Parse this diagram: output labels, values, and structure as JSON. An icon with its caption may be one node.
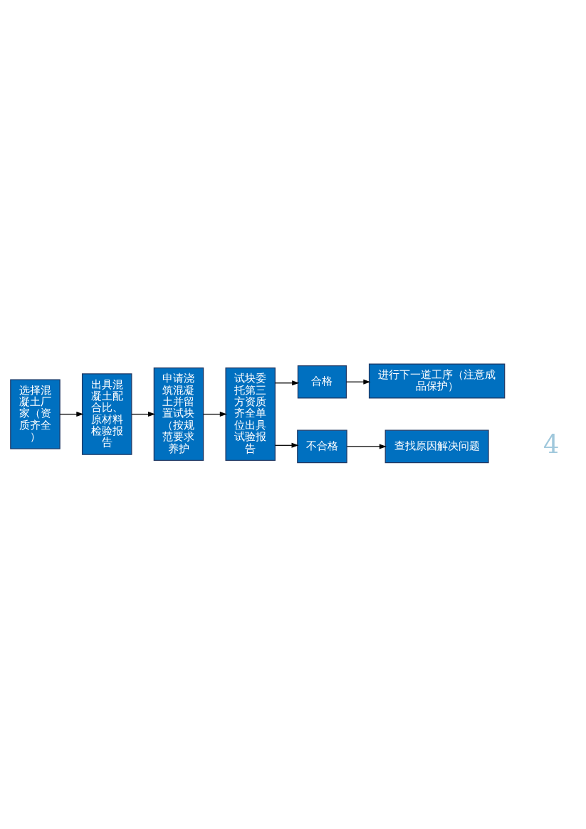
{
  "diagram": {
    "nodes": [
      {
        "text": [
          "选择混凝土厂家（资质齐全）"
        ]
      },
      {
        "text": [
          "出具混凝土配合比、原材料检验报告"
        ]
      },
      {
        "text": [
          "申请浇筑混凝土并留置试块（按规范要求养护"
        ]
      },
      {
        "text": [
          "试块委托第三方资质齐全单位出具试验报告"
        ]
      },
      {
        "text": [
          "合格"
        ]
      },
      {
        "text": [
          "不合格"
        ]
      },
      {
        "text": [
          "进行下一道工序（注意成品保护）"
        ]
      },
      {
        "text": [
          "查找原因解决问题"
        ]
      }
    ],
    "edges": [
      {
        "from": 0,
        "to": 1,
        "arrow": "to"
      },
      {
        "from": 1,
        "to": 2,
        "arrow": "to"
      },
      {
        "from": 2,
        "to": 3,
        "arrow": "to"
      },
      {
        "from": 3,
        "to": 4,
        "arrow": "to"
      },
      {
        "from": 3,
        "to": 5,
        "arrow": "to"
      },
      {
        "from": 4,
        "to": 6,
        "arrow": "to"
      },
      {
        "from": 5,
        "to": 7,
        "arrow": "to"
      }
    ],
    "labels": [
      "4"
    ]
  }
}
